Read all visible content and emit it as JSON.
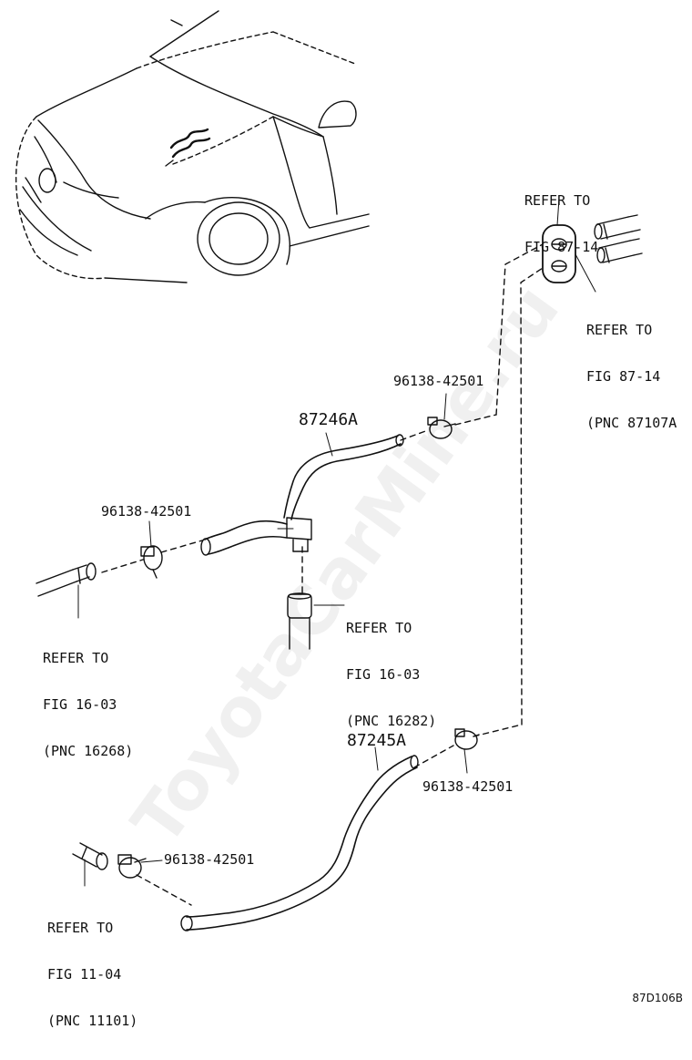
{
  "watermark": "ToyotaCarMine.ru",
  "figure_id": "87D106B",
  "parts": {
    "hose_upper": "87246A",
    "hose_lower": "87245A"
  },
  "clamps": {
    "c1": "96138-42501",
    "c2": "96138-42501",
    "c3": "96138-42501",
    "c4": "96138-42501"
  },
  "refs": {
    "top_valve": [
      "REFER TO",
      "FIG 87-14"
    ],
    "top_pipes": [
      "REFER TO",
      "FIG 87-14",
      "(PNC 87107A"
    ],
    "left_pipe": [
      "REFER TO",
      "FIG 16-03",
      "(PNC 16268)"
    ],
    "mid_pipe": [
      "REFER TO",
      "FIG 16-03",
      "(PNC 16282)"
    ],
    "bottom_pipe": [
      "REFER TO",
      "FIG 11-04",
      "(PNC 11101)"
    ]
  }
}
